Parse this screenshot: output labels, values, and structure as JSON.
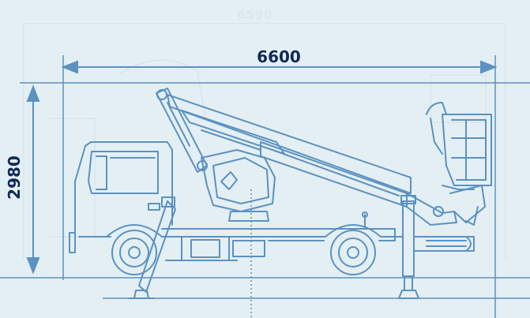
{
  "dimensions": {
    "length_label": "6600",
    "height_label": "2980",
    "ghost_label": "6590"
  },
  "colors": {
    "background": "#e4eff4",
    "line": "#5b92c0",
    "line_light": "#b8d1e1",
    "text": "#102a57"
  }
}
